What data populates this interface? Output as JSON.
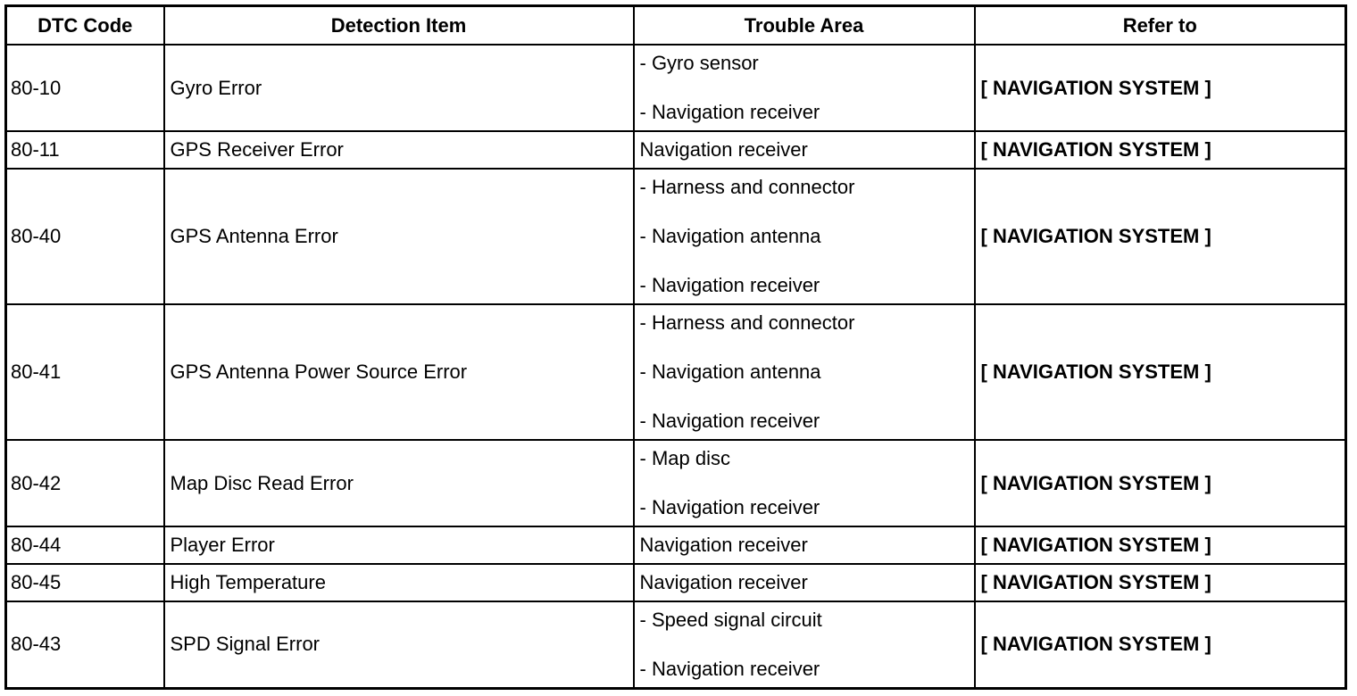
{
  "headers": [
    "DTC Code",
    "Detection Item",
    "Trouble Area",
    "Refer to"
  ],
  "rows": [
    {
      "code": "80-10",
      "item": "Gyro Error",
      "area": [
        "- Gyro sensor",
        "- Navigation receiver"
      ],
      "refer": "[ NAVIGATION SYSTEM ]"
    },
    {
      "code": "80-11",
      "item": "GPS Receiver Error",
      "area": [
        "Navigation receiver"
      ],
      "refer": "[ NAVIGATION SYSTEM ]"
    },
    {
      "code": "80-40",
      "item": "GPS Antenna Error",
      "area": [
        "- Harness and connector",
        "- Navigation antenna",
        "- Navigation receiver"
      ],
      "refer": "[ NAVIGATION SYSTEM ]"
    },
    {
      "code": "80-41",
      "item": "GPS Antenna Power Source Error",
      "area": [
        "- Harness and connector",
        "- Navigation antenna",
        "- Navigation receiver"
      ],
      "refer": "[ NAVIGATION SYSTEM ]"
    },
    {
      "code": "80-42",
      "item": "Map Disc Read Error",
      "area": [
        "- Map disc",
        "- Navigation receiver"
      ],
      "refer": "[ NAVIGATION SYSTEM ]"
    },
    {
      "code": "80-44",
      "item": "Player Error",
      "area": [
        "Navigation receiver"
      ],
      "refer": "[ NAVIGATION SYSTEM ]"
    },
    {
      "code": "80-45",
      "item": "High Temperature",
      "area": [
        "Navigation receiver"
      ],
      "refer": "[ NAVIGATION SYSTEM ]"
    },
    {
      "code": "80-43",
      "item": "SPD Signal Error",
      "area": [
        "- Speed signal circuit",
        "- Navigation receiver"
      ],
      "refer": "[ NAVIGATION SYSTEM ]"
    }
  ]
}
